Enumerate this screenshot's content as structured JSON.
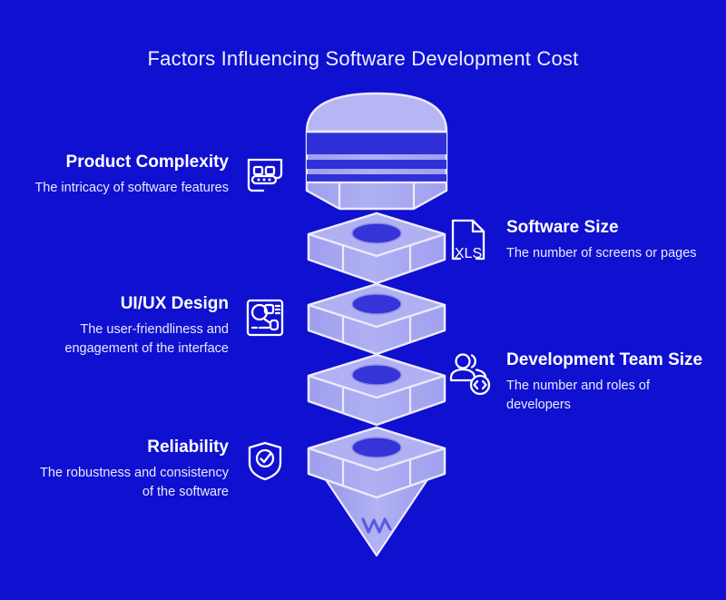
{
  "title": "Factors Influencing Software Development Cost",
  "colors": {
    "background": "#1010d0",
    "shape_face": "#a8a8f0",
    "shape_face_light": "#b6b6f5",
    "shape_band_dark": "#3030d8",
    "shape_outline": "#eceafd",
    "hole": "#3434d8",
    "text": "#ffffff",
    "text_muted": "#e9ebff"
  },
  "left_factors": [
    {
      "heading": "Product Complexity",
      "description": "The intricacy of software features",
      "icon": "conveyor-belt-icon"
    },
    {
      "heading": "UI/UX Design",
      "description": "The user-friendliness and engagement of the interface",
      "icon": "design-wireframe-icon"
    },
    {
      "heading": "Reliability",
      "description": "The robustness and consistency of the software",
      "icon": "shield-check-icon"
    }
  ],
  "right_factors": [
    {
      "heading": "Software Size",
      "description": "The number of screens or pages",
      "icon": "xls-file-icon",
      "icon_label": "XLS"
    },
    {
      "heading": "Development Team Size",
      "description": "The number and roles of developers",
      "icon": "team-code-icon"
    }
  ],
  "funnel": {
    "description": "Stacked hexagonal funnel graphic with five segments tapering to a point",
    "segment_count": 5
  }
}
